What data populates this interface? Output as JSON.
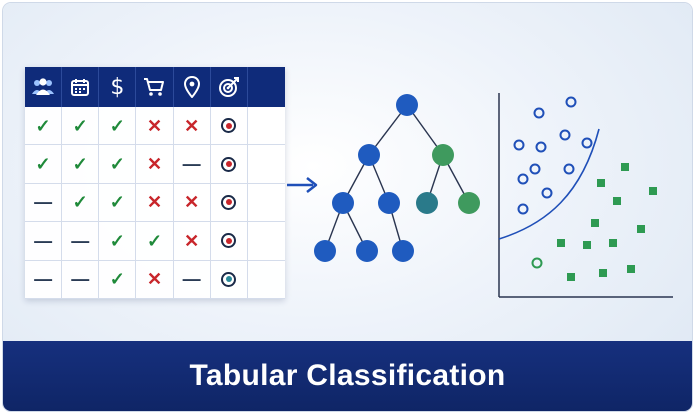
{
  "table": {
    "header_icons": [
      "people-icon",
      "calendar-icon",
      "dollar-icon",
      "cart-icon",
      "location-pin-icon",
      "target-icon"
    ],
    "dollar_glyph": "$",
    "rows": [
      [
        "check",
        "check",
        "check",
        "cross",
        "cross",
        "target-red"
      ],
      [
        "check",
        "check",
        "check",
        "cross",
        "dash",
        "target-red"
      ],
      [
        "dash",
        "check",
        "check",
        "cross",
        "cross",
        "target-red"
      ],
      [
        "dash",
        "dash",
        "check",
        "check",
        "cross",
        "target-red"
      ],
      [
        "dash",
        "dash",
        "check",
        "cross",
        "dash",
        "target-teal"
      ]
    ],
    "glyphs": {
      "check": "✓",
      "cross": "✕",
      "dash": "—"
    }
  },
  "colors": {
    "header_bg": "#0f2b7a",
    "banner_bg": "#0f2566",
    "check": "#1f8a3a",
    "cross": "#c8262b",
    "tree_blue": "#1f5bbf",
    "tree_green": "#3f9a5e",
    "tree_teal": "#2a7a8a",
    "scatter_blue": "#1f4fb8",
    "scatter_green": "#2e9a52",
    "target_red": "#c8262b",
    "target_teal": "#2a8a9a"
  },
  "banner": {
    "title": "Tabular Classification"
  }
}
